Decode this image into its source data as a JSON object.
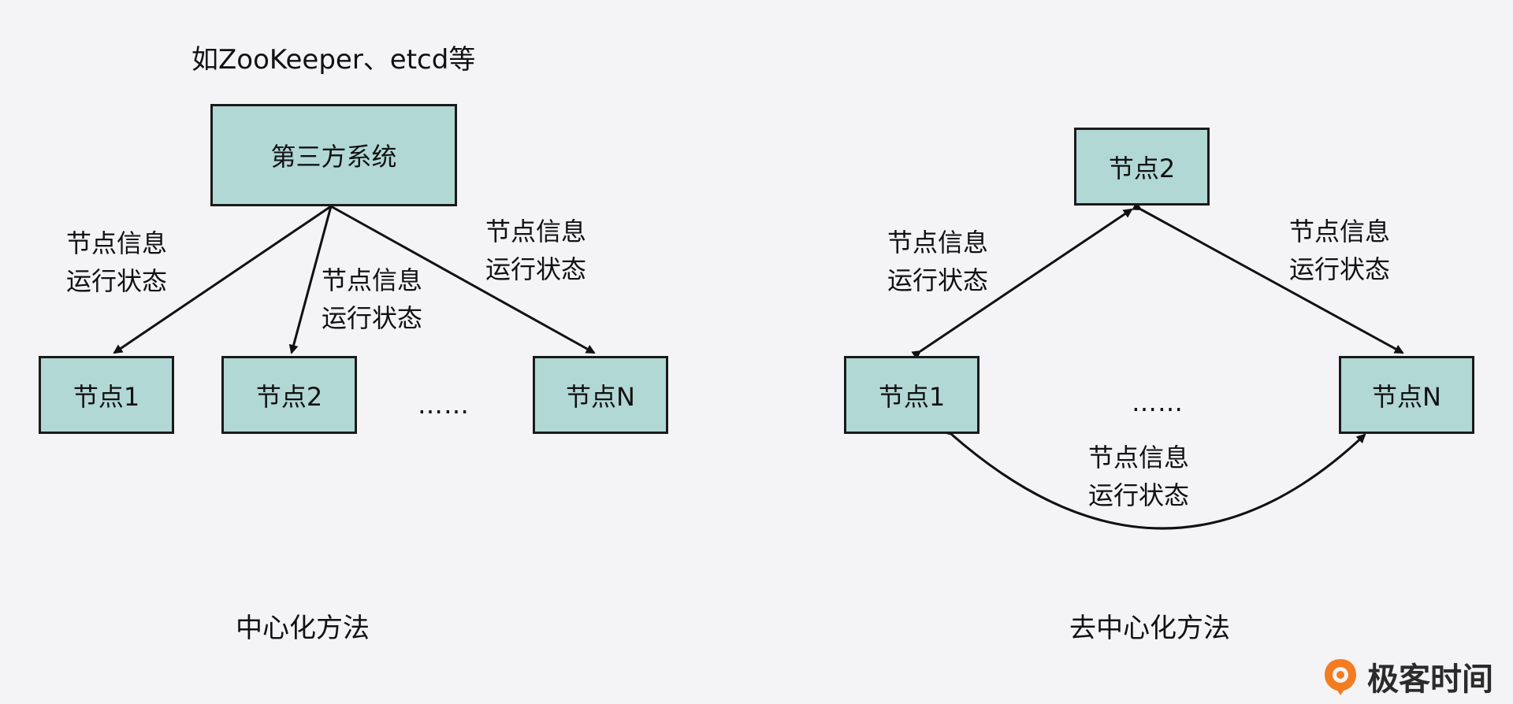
{
  "left": {
    "note": "如ZooKeeper、etcd等",
    "third_party": "第三方系统",
    "nodes": [
      "节点1",
      "节点2",
      "节点N"
    ],
    "dots": "……",
    "edge_label_line1": "节点信息",
    "edge_label_line2": "运行状态",
    "caption": "中心化方法"
  },
  "right": {
    "nodes": [
      "节点1",
      "节点2",
      "节点N"
    ],
    "dots": "……",
    "edge_label_line1": "节点信息",
    "edge_label_line2": "运行状态",
    "caption": "去中心化方法"
  },
  "brand": {
    "name": "极客时间",
    "color": "#f47c20"
  },
  "colors": {
    "node_fill": "#b2d8d6",
    "node_border": "#1a1a1a",
    "background": "#f4f4f6"
  }
}
